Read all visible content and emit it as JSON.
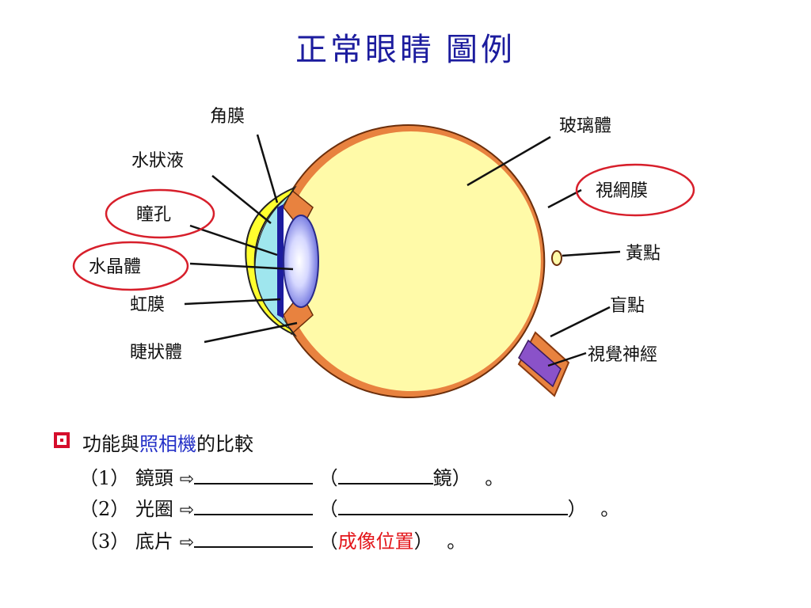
{
  "title": {
    "part1": "正常眼睛",
    "part2": "圖例"
  },
  "labels": {
    "cornea": "角膜",
    "aqueous": "水狀液",
    "pupil": "瞳孔",
    "lens": "水晶體",
    "iris": "虹膜",
    "ciliary": "睫狀體",
    "vitreous": "玻璃體",
    "retina": "視網膜",
    "macula": "黃點",
    "blindspot": "盲點",
    "optic_nerve": "視覺神經"
  },
  "section": {
    "heading_prefix": "功能與",
    "heading_highlight": "照相機",
    "heading_suffix": "的比較",
    "rows": [
      {
        "num": "（1）",
        "name": "鏡頭",
        "arrow": "⇨",
        "open": "（",
        "inner": "",
        "inner_suffix": "鏡）",
        "end": "。"
      },
      {
        "num": "（2）",
        "name": "光圈",
        "arrow": "⇨",
        "open": "（",
        "inner": "",
        "inner_suffix": "）",
        "end": "。"
      },
      {
        "num": "（3）",
        "name": "底片",
        "arrow": "⇨",
        "open": "（",
        "inner": "成像位置",
        "inner_suffix": "）",
        "end": "。"
      }
    ]
  },
  "colors": {
    "title": "#1c1c9e",
    "highlight_blue": "#2430c7",
    "highlight_red": "#e3161b",
    "circle": "#d71f2b",
    "sclera": "#e8823f",
    "vitreous": "#fffaa8",
    "lens": "#7e86e8",
    "cornea": "#ffff2e"
  }
}
